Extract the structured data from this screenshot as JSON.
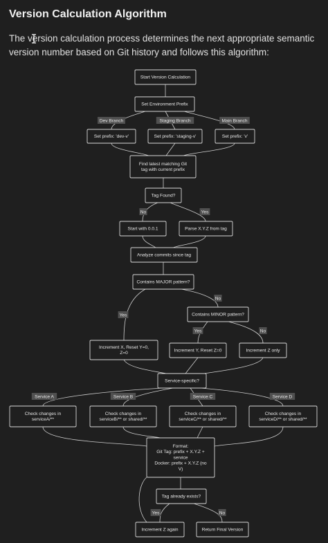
{
  "heading": "Version Calculation Algorithm",
  "intro": {
    "line1": "The version calculation process determines the next appropriate semantic",
    "line2": "version number based on Git history and follows this algorithm:"
  },
  "cursor_icon": "i-beam-cursor-icon",
  "colors": {
    "background": "#1f1f1f",
    "node_border": "#d8d8d8",
    "edge_label_bg": "#505050",
    "text": "#e6e6e6"
  },
  "nodes": [
    {
      "id": "start",
      "lines": [
        "Start Version Calculation"
      ]
    },
    {
      "id": "env",
      "lines": [
        "Set Environment Prefix"
      ]
    },
    {
      "id": "dev",
      "lines": [
        "Set prefix: 'dev-v'"
      ]
    },
    {
      "id": "staging",
      "lines": [
        "Set prefix: 'staging-v'"
      ]
    },
    {
      "id": "main",
      "lines": [
        "Set prefix: 'v'"
      ]
    },
    {
      "id": "findtag",
      "lines": [
        "Find latest matching Git",
        "tag with current prefix"
      ]
    },
    {
      "id": "tagfound",
      "lines": [
        "Tag Found?"
      ]
    },
    {
      "id": "start001",
      "lines": [
        "Start with 0.0.1"
      ]
    },
    {
      "id": "parse",
      "lines": [
        "Parse X.Y.Z from tag"
      ]
    },
    {
      "id": "analyze",
      "lines": [
        "Analyze commits since tag"
      ]
    },
    {
      "id": "major",
      "lines": [
        "Contains MAJOR pattern?"
      ]
    },
    {
      "id": "minor",
      "lines": [
        "Contains MINOR pattern?"
      ]
    },
    {
      "id": "incx",
      "lines": [
        "Increment X, Reset Y=0,",
        "Z=0"
      ]
    },
    {
      "id": "incy",
      "lines": [
        "Increment Y, Reset Z=0"
      ]
    },
    {
      "id": "incz",
      "lines": [
        "Increment Z only"
      ]
    },
    {
      "id": "service",
      "lines": [
        "Service-specific?"
      ]
    },
    {
      "id": "sa",
      "lines": [
        "Check changes in",
        "serviceA/**"
      ]
    },
    {
      "id": "sb",
      "lines": [
        "Check changes in",
        "serviceB/** or shared/**"
      ]
    },
    {
      "id": "sc",
      "lines": [
        "Check changes in",
        "serviceC/** or shared/**"
      ]
    },
    {
      "id": "sd",
      "lines": [
        "Check changes in",
        "serviceD/** or shared/**"
      ]
    },
    {
      "id": "format",
      "lines": [
        "Format:",
        "Git Tag: prefix + X.Y.Z +",
        "service",
        "Docker: prefix + X.Y.Z (no",
        "V)"
      ]
    },
    {
      "id": "exists",
      "lines": [
        "Tag already exists?"
      ]
    },
    {
      "id": "inczagain",
      "lines": [
        "Increment Z again"
      ]
    },
    {
      "id": "final",
      "lines": [
        "Return Final Version"
      ]
    }
  ],
  "edge_labels": [
    {
      "id": "lbl-dev",
      "text": "Dev Branch"
    },
    {
      "id": "lbl-staging",
      "text": "Staging Branch"
    },
    {
      "id": "lbl-main",
      "text": "Main Branch"
    },
    {
      "id": "lbl-tag-no",
      "text": "No"
    },
    {
      "id": "lbl-tag-yes",
      "text": "Yes"
    },
    {
      "id": "lbl-major-no",
      "text": "No"
    },
    {
      "id": "lbl-major-yes",
      "text": "Yes"
    },
    {
      "id": "lbl-minor-yes",
      "text": "Yes"
    },
    {
      "id": "lbl-minor-no",
      "text": "No"
    },
    {
      "id": "lbl-sa",
      "text": "Service A"
    },
    {
      "id": "lbl-sb",
      "text": "Service B"
    },
    {
      "id": "lbl-sc",
      "text": "Service C"
    },
    {
      "id": "lbl-sd",
      "text": "Service D"
    },
    {
      "id": "lbl-exists-yes",
      "text": "Yes"
    },
    {
      "id": "lbl-exists-no",
      "text": "No"
    }
  ]
}
